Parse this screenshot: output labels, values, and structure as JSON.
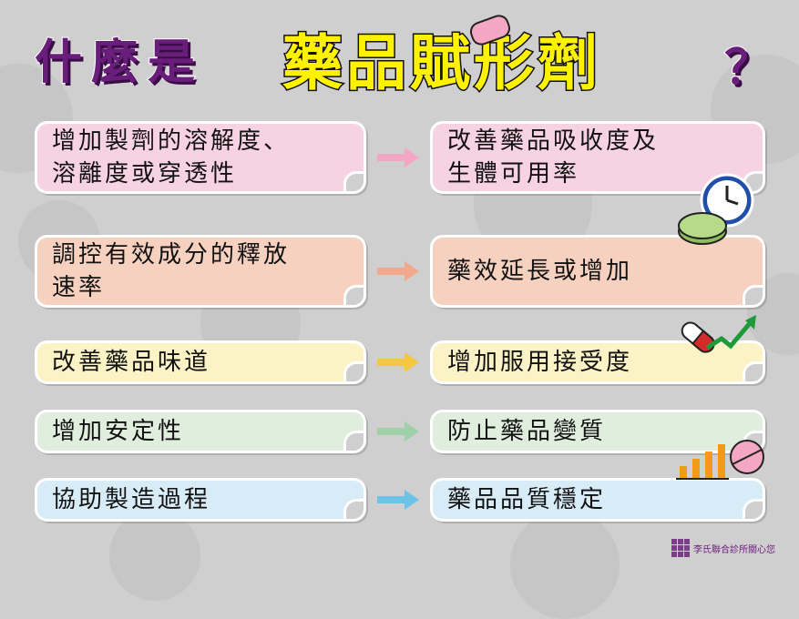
{
  "title": {
    "prefix": "什麼是",
    "highlight": "藥品賦形劑",
    "suffix": "？"
  },
  "rows": [
    {
      "left": "增加製劑的溶解度、\n溶離度或穿透性",
      "right": "改善藥品吸收度及\n生體可用率",
      "color": "#f7d2e2",
      "arrow": "#f4a7c3"
    },
    {
      "left": "調控有效成分的釋放\n速率",
      "right": "藥效延長或增加",
      "color": "#f6d1c0",
      "arrow": "#f2a88c"
    },
    {
      "left": "改善藥品味道",
      "right": "增加服用接受度",
      "color": "#fbf3c6",
      "arrow": "#f5c842"
    },
    {
      "left": "增加安定性",
      "right": "防止藥品變質",
      "color": "#dfeedd",
      "arrow": "#9fd0a8"
    },
    {
      "left": "協助製造過程",
      "right": "藥品品質穩定",
      "color": "#d8ecf7",
      "arrow": "#6cc3e8"
    }
  ],
  "footer": {
    "logo_text": "李氏聯合診所關心您"
  },
  "icons": [
    "clock-icon",
    "pill-icon",
    "capsule-icon",
    "trend-arrow-icon",
    "bar-chart-icon",
    "tablet-icon"
  ]
}
